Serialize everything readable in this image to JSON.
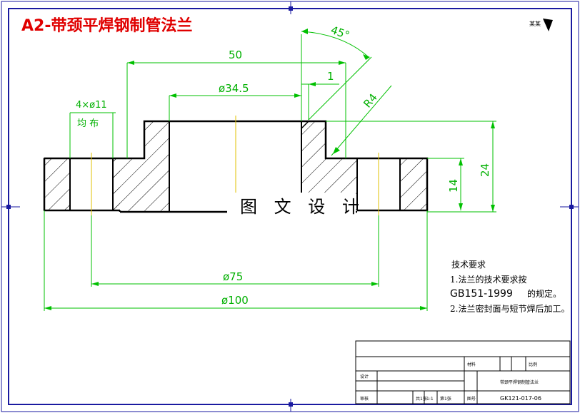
{
  "title": "A2-带颈平焊钢制管法兰",
  "corner_mark": "某某",
  "watermark": "图 文 设 计",
  "dimensions": {
    "angle": "45°",
    "length_50": "50",
    "small_1": "1",
    "radius": "R4",
    "bore": "ø34.5",
    "holes": "4×ø11",
    "holes_note": "均 布",
    "height_24": "24",
    "thickness_14": "14",
    "bolt_circle": "ø75",
    "outer": "ø100"
  },
  "tech_notes": {
    "heading": "技术要求",
    "line1_a": "1.法兰的技术要求按",
    "line2_a": "GB151-1999",
    "line2_b": "的规定。",
    "line3": "2.法兰密封面与短节焊后加工。"
  },
  "title_block": {
    "material_label": "材料",
    "scale_label": "比例",
    "name": "带颈平焊钢制管法兰",
    "designer": "设计",
    "checker": "审核",
    "sheet_label": "共1张",
    "scale_value": "1:1",
    "page_label": "第1张",
    "drawing_no_label": "图号",
    "drawing_no": "GK121-017-06"
  }
}
